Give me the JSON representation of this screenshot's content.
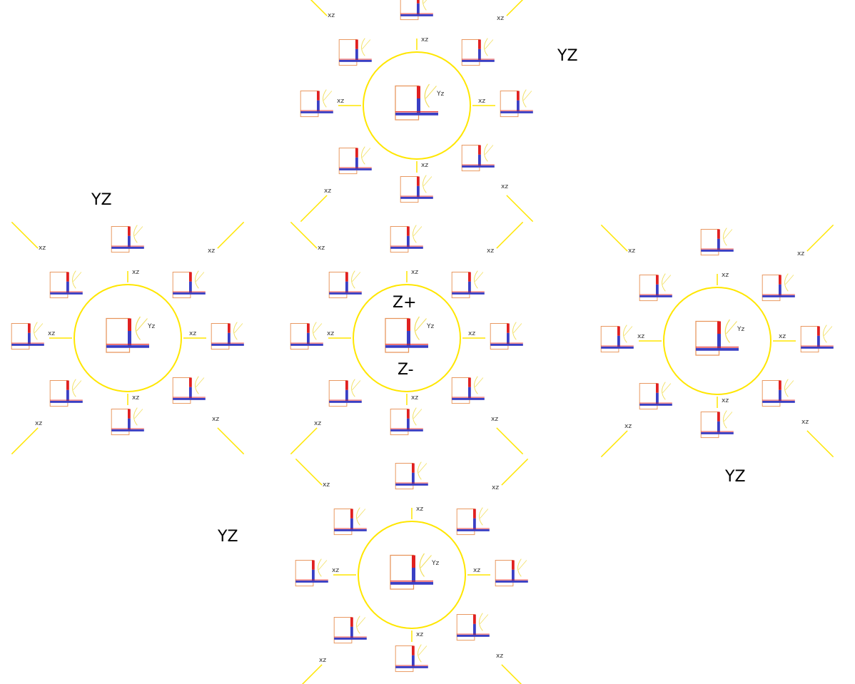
{
  "labels": {
    "yz_large": "YZ",
    "z_plus": "Z+",
    "z_minus": "Z-",
    "xz_small": "xz",
    "yz_small": "Yz"
  },
  "colors": {
    "ring": "#ffe600",
    "spoke": "#ffe600",
    "frame": "#e8945a",
    "red_bar": "#e02020",
    "blue_bar": "#3a3fc4",
    "purple_line": "#8a2a9a",
    "arc": "#f2e060"
  },
  "clusters": [
    {
      "id": "top",
      "ring_label": "",
      "center_label": "Yz"
    },
    {
      "id": "left",
      "ring_label": "",
      "center_label": "Yz"
    },
    {
      "id": "middle",
      "ring_label": "Z+ / Z-",
      "center_label": "Yz"
    },
    {
      "id": "right",
      "ring_label": "",
      "center_label": "Yz"
    },
    {
      "id": "bottom",
      "ring_label": "",
      "center_label": "Yz"
    }
  ]
}
